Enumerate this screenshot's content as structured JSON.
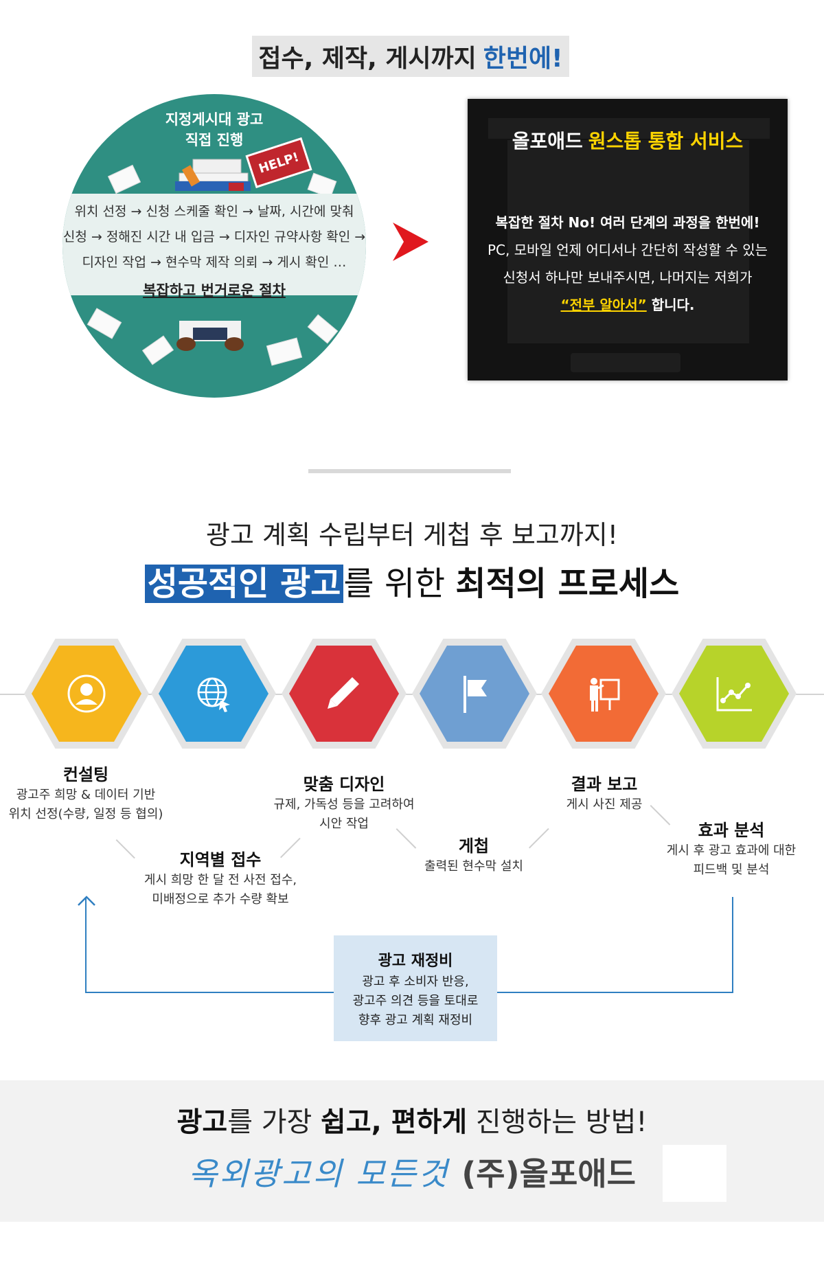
{
  "top_banner": {
    "text": "접수, 제작, 게시까지",
    "highlight": "한번에!"
  },
  "circle": {
    "title_line1": "지정게시대 광고",
    "title_line2": "직접 진행",
    "help_sign": "HELP!",
    "step_line1": "위치 선정 → 신청 스케줄 확인 → 날짜, 시간에 맞춰",
    "step_line2": "신청 → 정해진 시간 내 입금 → 디자인 규약사항 확인 →",
    "step_line3": "디자인 작업 → 현수막 제작 의뢰 → 게시 확인 …",
    "emphasis": "복잡하고 번거로운 절차"
  },
  "service": {
    "title": "올포애드",
    "title_highlight": "원스톱 통합 서비스",
    "line1": "복잡한 절차 No! 여러 단계의 과정을 한번에!",
    "line2": "PC, 모바일 언제 어디서나 간단히 작성할 수 있는",
    "line3": "신청서 하나만 보내주시면, 나머지는 저희가",
    "line4_highlight": "“전부 알아서”",
    "line4_rest": " 합니다."
  },
  "process_heading": {
    "sub": "광고 계획 수립부터 게첩 후 보고까지!",
    "box": "성공적인 광고",
    "mid": "를 위한 ",
    "bold": "최적의 프로세스"
  },
  "colors": {
    "accent_blue": "#1f63b0",
    "hex_consulting": "#f6b61d",
    "hex_region": "#2c9ad9",
    "hex_design": "#d9323a",
    "hex_post": "#6f9fd2",
    "hex_report": "#f26b36",
    "hex_analysis": "#b7d32a"
  },
  "hexagons": [
    {
      "icon": "person-icon"
    },
    {
      "icon": "globe-icon"
    },
    {
      "icon": "pencil-icon"
    },
    {
      "icon": "flag-icon"
    },
    {
      "icon": "presenter-icon"
    },
    {
      "icon": "line-chart-icon"
    }
  ],
  "steps": {
    "consulting": {
      "title": "컨설팅",
      "desc1": "광고주 희망 & 데이터 기반",
      "desc2": "위치 선정(수량, 일정 등 협의)"
    },
    "region": {
      "title": "지역별 접수",
      "desc1": "게시 희망 한 달 전 사전 접수,",
      "desc2": "미배정으로 추가 수량 확보"
    },
    "design": {
      "title": "맞춤 디자인",
      "desc1": "규제, 가독성 등을 고려하여",
      "desc2": "시안 작업"
    },
    "post": {
      "title": "게첩",
      "desc1": "출력된 현수막 설치"
    },
    "report": {
      "title": "결과 보고",
      "desc1": "게시 사진 제공"
    },
    "analysis": {
      "title": "효과 분석",
      "desc1": "게시 후 광고 효과에 대한",
      "desc2": "피드백 및 분석"
    }
  },
  "rebuild": {
    "title": "광고 재정비",
    "desc1": "광고 후 소비자 반응,",
    "desc2": "광고주 의견 등을 토대로",
    "desc3": "향후 광고 계획 재정비"
  },
  "bottom": {
    "b1": "광고",
    "t1": "를 가장 ",
    "b2": "쉽고, 편하게",
    "t2": " 진행하는 방법!",
    "script": "옥외광고의 모든것",
    "company": "(주)올포애드"
  }
}
